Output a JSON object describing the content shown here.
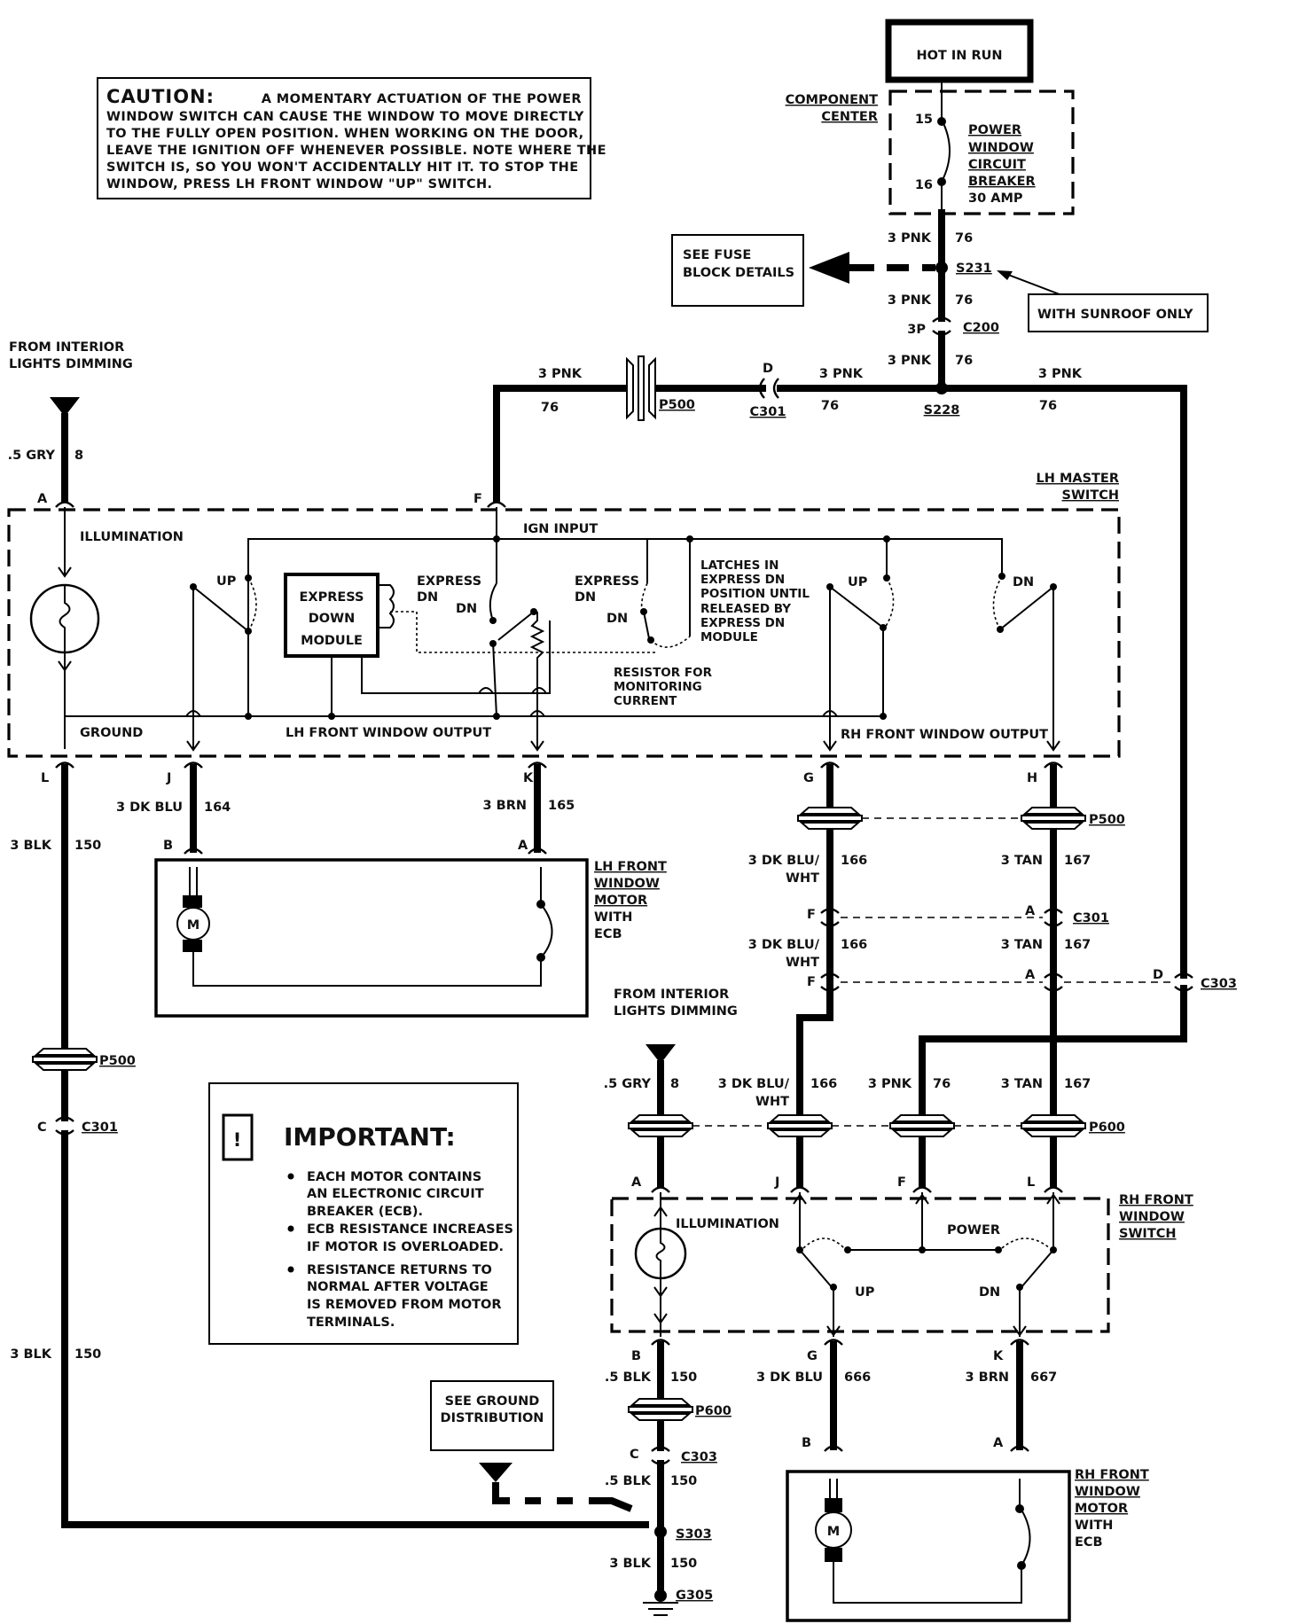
{
  "hot_in_run": "HOT IN RUN",
  "caution": {
    "title": "CAUTION:",
    "first_line": "A MOMENTARY ACTUATION OF THE POWER",
    "lines": [
      "WINDOW SWITCH CAN CAUSE THE WINDOW TO MOVE DIRECTLY",
      "TO THE FULLY OPEN POSITION.  WHEN WORKING ON THE DOOR,",
      "LEAVE THE IGNITION OFF WHENEVER POSSIBLE.  NOTE WHERE THE",
      "SWITCH IS, SO YOU WON'T ACCIDENTALLY HIT IT.   TO STOP THE",
      "WINDOW, PRESS LH FRONT WINDOW \"UP\" SWITCH."
    ]
  },
  "component_center": [
    "COMPONENT",
    "CENTER"
  ],
  "breaker": {
    "label": [
      "POWER",
      "WINDOW",
      "CIRCUIT",
      "BREAKER",
      "30 AMP"
    ],
    "pin_in": "15",
    "pin_out": "16"
  },
  "fuse_block": [
    "SEE FUSE",
    "BLOCK DETAILS"
  ],
  "sunroof": "WITH SUNROOF ONLY",
  "splices": {
    "s231": "S231",
    "s228": "S228",
    "s303": "S303"
  },
  "connectors": {
    "c200": "C200",
    "c200_pin": "3P",
    "c301": "C301",
    "c303": "C303",
    "p500": "P500",
    "p600": "P600",
    "g305": "G305"
  },
  "wire": {
    "pnk": "3 PNK",
    "c76": "76",
    "gry": ".5 GRY",
    "c8": "8",
    "blk3": "3 BLK",
    "blk5": ".5 BLK",
    "c150": "150",
    "dkblu": "3 DK BLU",
    "c164": "164",
    "brn": "3 BRN",
    "c165": "165",
    "dkbluwht1": "3 DK BLU/",
    "dkbluwht2": "3 DK BLU/",
    "wht": "WHT",
    "c166": "166",
    "tan": "3 TAN",
    "c167": "167",
    "c666": "666",
    "c667": "667"
  },
  "interior_dimming": [
    "FROM INTERIOR",
    "LIGHTS DIMMING"
  ],
  "lh_master": {
    "title": [
      "LH MASTER",
      "SWITCH"
    ],
    "illumination": "ILLUMINATION",
    "ign_input": "IGN INPUT",
    "express_module": [
      "EXPRESS",
      "DOWN",
      "MODULE"
    ],
    "express_dn": [
      "EXPRESS",
      "DN"
    ],
    "up": "UP",
    "dn": "DN",
    "latches": [
      "LATCHES IN",
      "EXPRESS DN",
      "POSITION UNTIL",
      "RELEASED BY",
      "EXPRESS DN",
      "MODULE"
    ],
    "resistor": [
      "RESISTOR FOR",
      "MONITORING",
      "CURRENT"
    ],
    "ground": "GROUND",
    "lh_output": "LH FRONT WINDOW OUTPUT",
    "rh_output": "RH FRONT WINDOW OUTPUT"
  },
  "lh_motor": [
    "LH FRONT",
    "WINDOW",
    "MOTOR",
    "WITH",
    "ECB"
  ],
  "rh_switch": {
    "title": [
      "RH FRONT",
      "WINDOW",
      "SWITCH"
    ],
    "illumination": "ILLUMINATION",
    "power": "POWER",
    "up": "UP",
    "dn": "DN"
  },
  "rh_motor": [
    "RH FRONT",
    "WINDOW",
    "MOTOR",
    "WITH",
    "ECB"
  ],
  "motor_symbol": "M",
  "important": {
    "title": "IMPORTANT:",
    "icon": "!",
    "bullets": [
      [
        "EACH MOTOR CONTAINS",
        "AN ELECTRONIC CIRCUIT",
        "BREAKER (ECB)."
      ],
      [
        "ECB RESISTANCE INCREASES",
        "IF MOTOR IS OVERLOADED."
      ],
      [
        "RESISTANCE RETURNS TO",
        "NORMAL AFTER VOLTAGE",
        "IS REMOVED FROM MOTOR",
        "TERMINALS."
      ]
    ]
  },
  "ground_dist": [
    "SEE GROUND",
    "DISTRIBUTION"
  ],
  "pins": {
    "A": "A",
    "B": "B",
    "C": "C",
    "D": "D",
    "F": "F",
    "G": "G",
    "H": "H",
    "J": "J",
    "K": "K",
    "L": "L"
  }
}
